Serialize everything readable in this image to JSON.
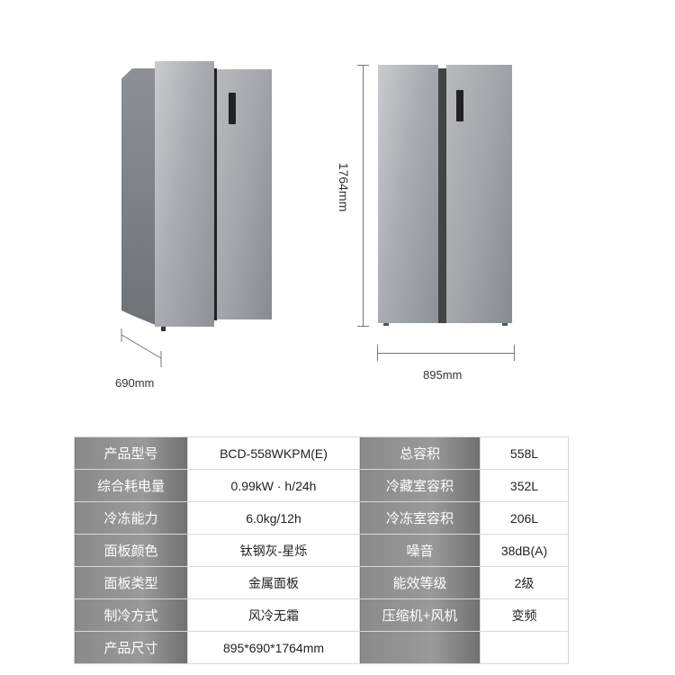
{
  "dimensions": {
    "depth": "690mm",
    "height": "1764mm",
    "width": "895mm"
  },
  "specs": [
    {
      "label1": "产品型号",
      "value1": "BCD-558WKPM(E)",
      "label2": "总容积",
      "value2": "558L"
    },
    {
      "label1": "综合耗电量",
      "value1": "0.99kW · h/24h",
      "label2": "冷藏室容积",
      "value2": "352L"
    },
    {
      "label1": "冷冻能力",
      "value1": "6.0kg/12h",
      "label2": "冷冻室容积",
      "value2": "206L"
    },
    {
      "label1": "面板颜色",
      "value1": "钛钢灰-星烁",
      "label2": "噪音",
      "value2": "38dB(A)"
    },
    {
      "label1": "面板类型",
      "value1": "金属面板",
      "label2": "能效等级",
      "value2": "2级"
    },
    {
      "label1": "制冷方式",
      "value1": "风冷无霜",
      "label2": "压缩机+风机",
      "value2": "变频"
    },
    {
      "label1": "产品尺寸",
      "value1": "895*690*1764mm",
      "label2": "",
      "value2": ""
    }
  ]
}
